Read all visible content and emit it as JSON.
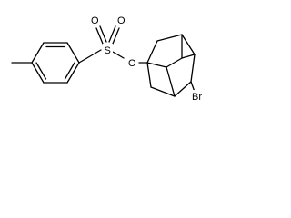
{
  "molecule": {
    "atoms": {
      "sulfur": "S",
      "oxygen_top_left": "O",
      "oxygen_top_right": "O",
      "oxygen_ester": "O",
      "bromine": "Br"
    }
  }
}
